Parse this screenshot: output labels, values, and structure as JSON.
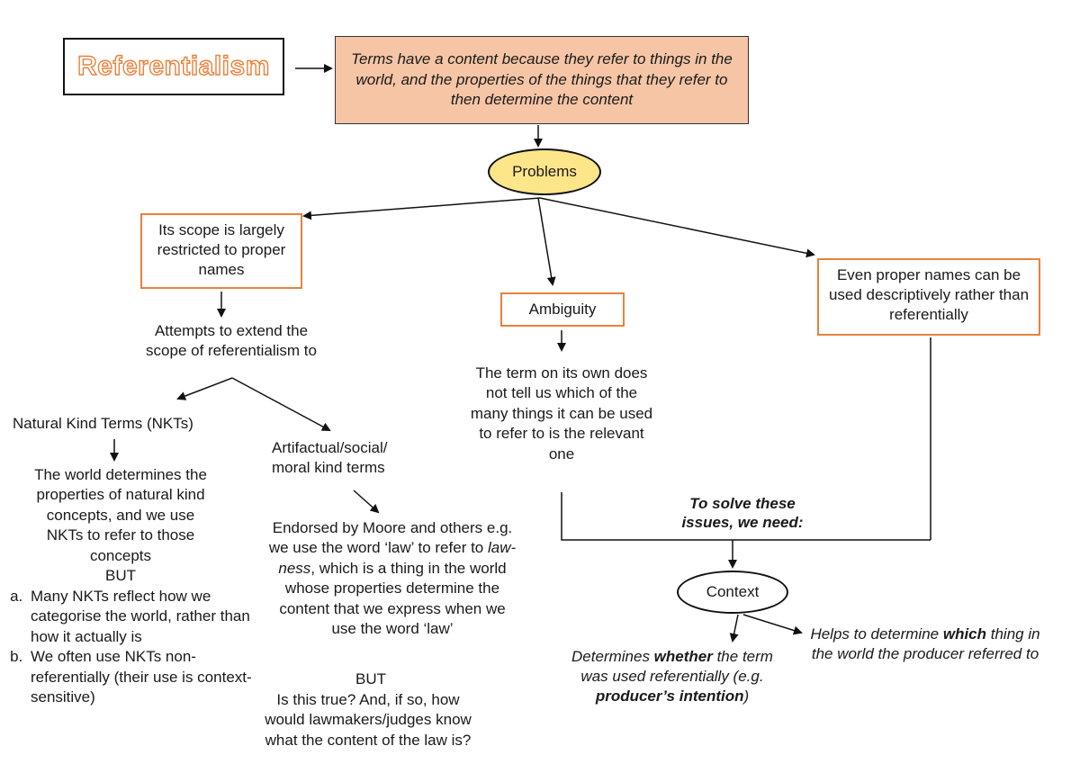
{
  "title": "Referentialism",
  "definition": "Terms have a content because they refer to things in the world, and the properties of the things that they refer to then determine the content",
  "problems_label": "Problems",
  "scope": {
    "box": "Its scope is largely restricted to proper names",
    "attempts": "Attempts to extend the scope of referentialism to",
    "nkt": {
      "heading": "Natural Kind Terms (NKTs)",
      "text": "The world determines the properties of natural kind concepts, and we use NKTs to refer to those concepts",
      "but": "BUT",
      "points": [
        "Many NKTs reflect how we categorise the world, rather than how it actually is",
        "We often use NKTs non-referentially (their use is context-sensitive)"
      ]
    },
    "artifactual": {
      "heading_line1": "Artifactual/social/",
      "heading_line2": "moral kind terms",
      "text_before": "Endorsed by Moore and others e.g. we use the word ‘law’ to refer to ",
      "text_italic": "law-ness",
      "text_after": ", which is a thing in the world whose properties determine the content that we express when we use the word ‘law’",
      "but": "BUT",
      "question": "Is this true? And, if so, how would lawmakers/judges know what the content of the law is?"
    }
  },
  "ambiguity": {
    "box": "Ambiguity",
    "text": "The term on its own does not tell us which of the many things it can be used to refer to is the relevant one"
  },
  "descriptive": {
    "box": "Even proper names can be used descriptively rather than referentially"
  },
  "solve": {
    "line1": "To solve these",
    "line2": "issues, we need:"
  },
  "context_label": "Context",
  "whether": {
    "p1": "Determines ",
    "b1": "whether",
    "p2": " the term was used referentially (e.g. ",
    "b2": "producer’s intention",
    "p3": ")"
  },
  "which": {
    "p1": "Helps to determine ",
    "b1": "which",
    "p2": " thing in the world the producer referred to"
  },
  "colors": {
    "box_border": "#e8823c",
    "definition_fill": "#f5c5a5",
    "problems_fill": "#fde68a",
    "lines": "#111111"
  }
}
